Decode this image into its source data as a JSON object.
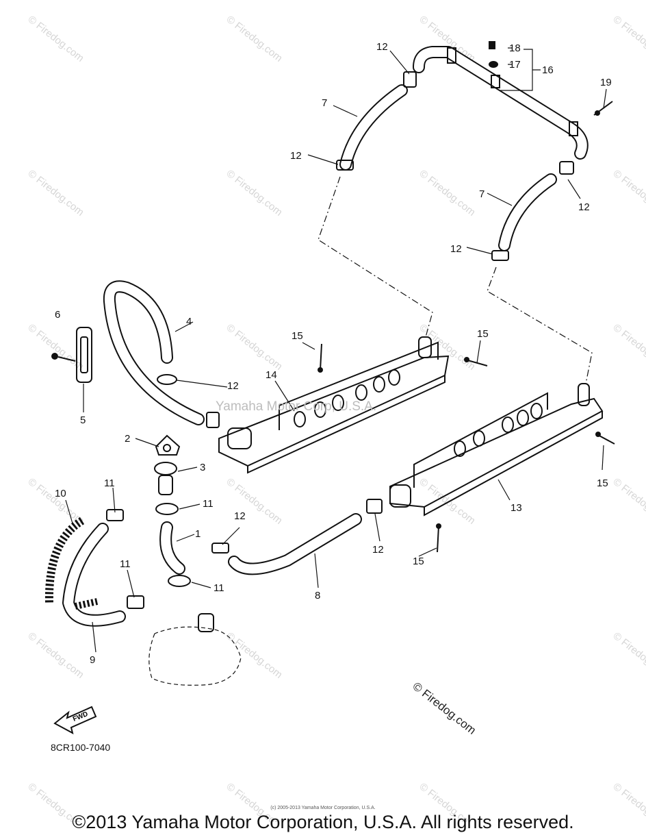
{
  "watermark": {
    "text": "© Firedog.com",
    "center_text": "Yamaha Motor Corp, U.S.A."
  },
  "fd_mark": "© Firedog.com",
  "fwd_label": "FWD",
  "diagram_code": "8CR100-7040",
  "small_copyright": "(c) 2005-2013 Yamaha Motor Corporation, U.S.A.",
  "copyright": "©2013 Yamaha Motor Corporation, U.S.A. All rights reserved.",
  "callouts": {
    "c1": "1",
    "c2": "2",
    "c3": "3",
    "c4": "4",
    "c5": "5",
    "c6": "6",
    "c7a": "7",
    "c7b": "7",
    "c8": "8",
    "c9": "9",
    "c10": "10",
    "c11a": "11",
    "c11b": "11",
    "c11c": "11",
    "c11d": "11",
    "c12a": "12",
    "c12b": "12",
    "c12c": "12",
    "c12d": "12",
    "c12e": "12",
    "c12f": "12",
    "c12g": "12",
    "c13": "13",
    "c14": "14",
    "c15a": "15",
    "c15b": "15",
    "c15c": "15",
    "c15d": "15",
    "c16": "16",
    "c17": "17",
    "c18": "18",
    "c19": "19"
  }
}
